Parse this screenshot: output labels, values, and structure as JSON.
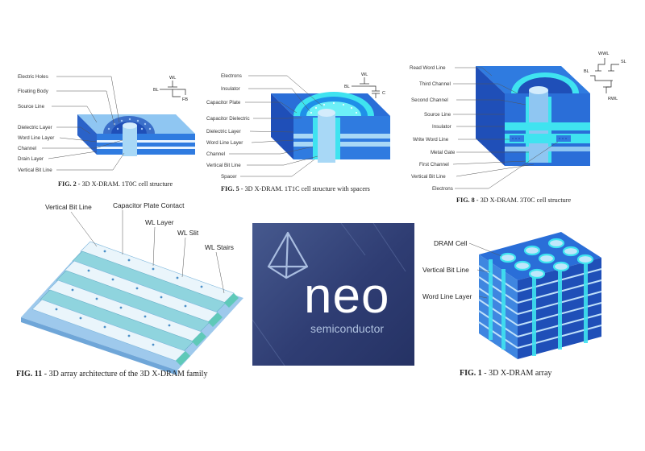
{
  "fig2": {
    "labels": [
      "Electric Holes",
      "Floating Body",
      "Source Line",
      "Dielectric Layer",
      "Word Line Layer",
      "Channel",
      "Drain Layer",
      "Vertical Bit Line"
    ],
    "circuit": {
      "wl": "WL",
      "bl": "BL",
      "fb": "FB"
    },
    "caption_bold": "FIG. 2",
    "caption_text": " - 3D X-DRAM. 1T0C cell structure"
  },
  "fig5": {
    "labels": [
      "Electrons",
      "Insulator",
      "Capacitor Plate",
      "Capacitor Dielectric",
      "Dielectric Layer",
      "Word Line Layer",
      "Channel",
      "Vertical Bit Line",
      "Spacer"
    ],
    "circuit": {
      "wl": "WL",
      "bl": "BL",
      "c": "C"
    },
    "caption_bold": "FIG. 5",
    "caption_text": " - 3D X-DRAM. 1T1C cell structure with spacers"
  },
  "fig8": {
    "labels": [
      "Read Word Line",
      "Third Channel",
      "Second Channel",
      "Source Line",
      "Insulator",
      "Write Word Line",
      "Metal Gate",
      "First Channel",
      "Vertical Bit Line",
      "Electrons"
    ],
    "circuit": {
      "wwl": "WWL",
      "bl": "BL",
      "sl": "SL",
      "rwl": "RWL"
    },
    "caption_bold": "FIG. 8",
    "caption_text": " - 3D X-DRAM. 3T0C cell structure"
  },
  "fig11": {
    "labels": [
      "Vertical Bit Line",
      "Capacitor Plate Contact",
      "WL Layer",
      "WL Slit",
      "WL Stairs"
    ],
    "caption_bold": "FIG. 11",
    "caption_text": " - 3D array architecture of the 3D X-DRAM family"
  },
  "fig1": {
    "labels": [
      "DRAM Cell",
      "Vertical Bit Line",
      "Word Line Layer"
    ],
    "caption_bold": "FIG. 1",
    "caption_text": " - 3D X-DRAM array"
  },
  "logo": {
    "word": "neo",
    "sub": "semiconductor"
  },
  "colors": {
    "blue_dark": "#1f4fb8",
    "blue_mid": "#2f7be0",
    "blue_light": "#8fc6f2",
    "cyan": "#3fe3f0",
    "logo_bg": "#34437a"
  }
}
